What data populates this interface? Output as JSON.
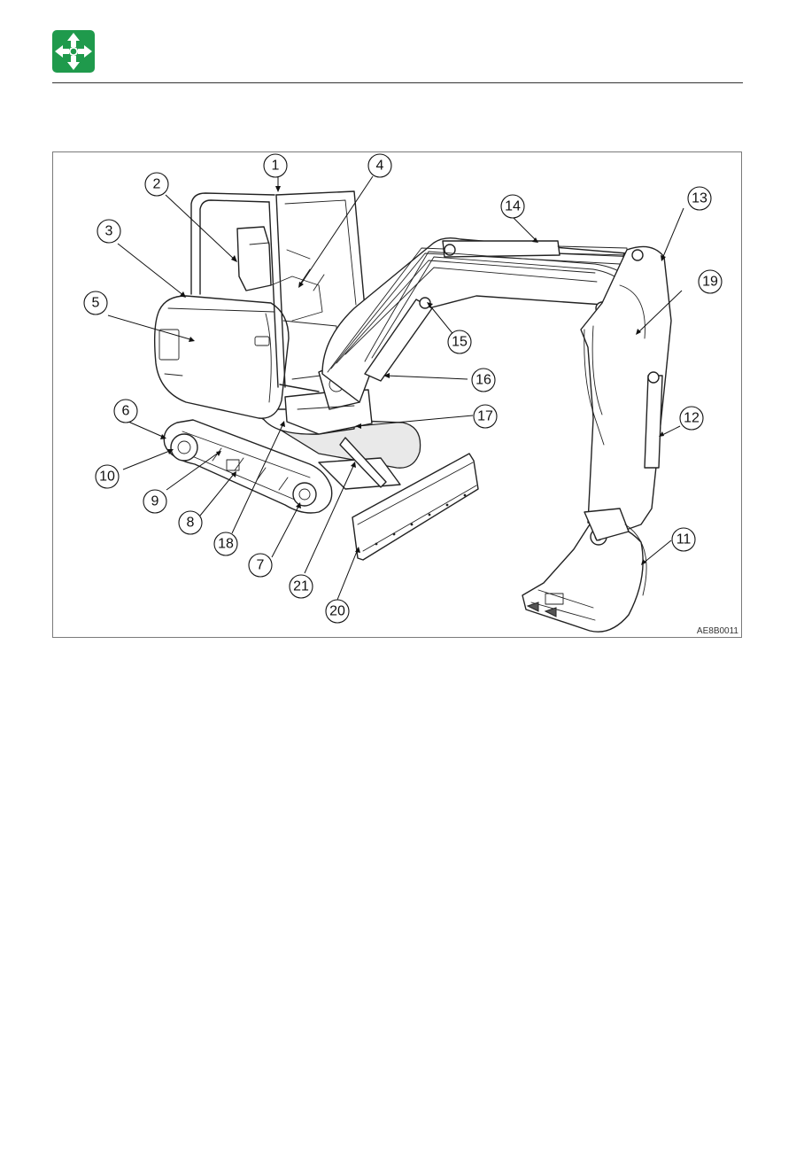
{
  "header": {
    "icon": "four-arrows-overview-icon",
    "icon_color": "#1f9a4c"
  },
  "figure": {
    "code": "AE8B0011",
    "callouts": [
      "1",
      "2",
      "3",
      "4",
      "5",
      "6",
      "7",
      "8",
      "9",
      "10",
      "11",
      "12",
      "13",
      "14",
      "15",
      "16",
      "17",
      "18",
      "19",
      "20",
      "21"
    ]
  }
}
